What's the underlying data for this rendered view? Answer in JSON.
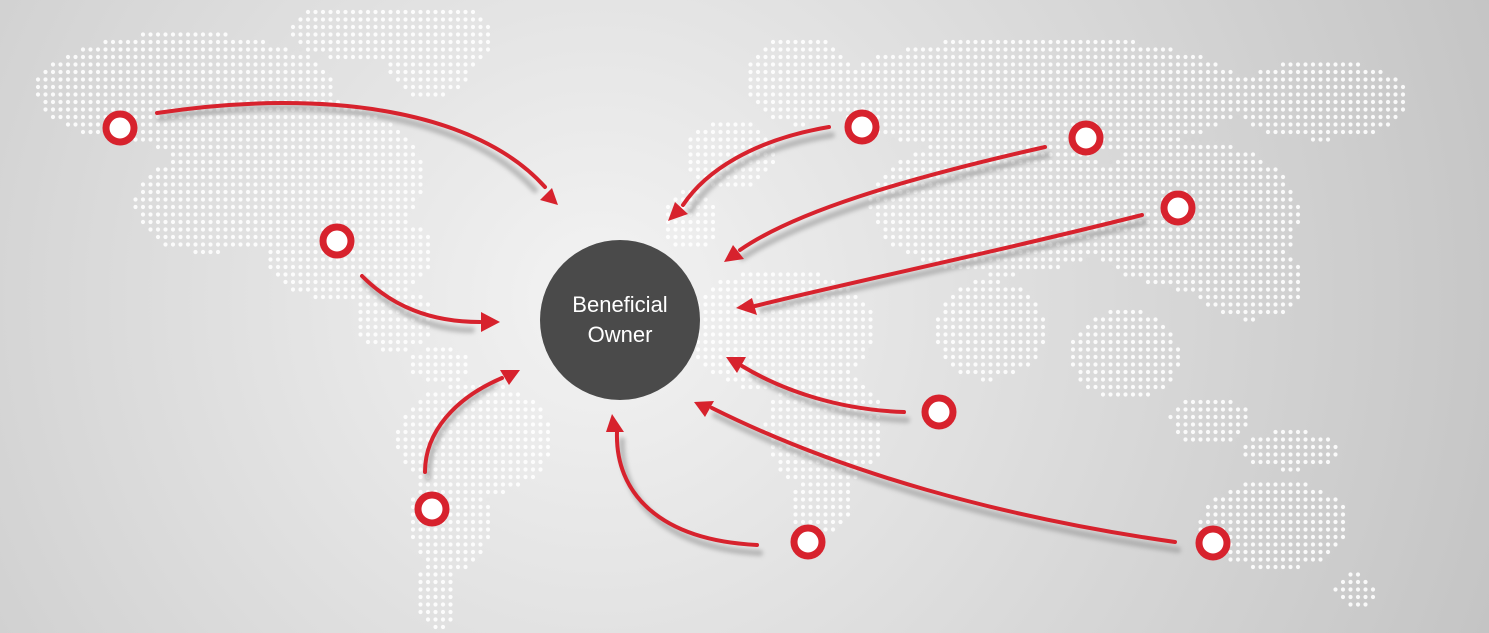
{
  "center_node": {
    "label_line1": "Beneficial",
    "label_line2": "Owner",
    "fill": "#4a4a4a",
    "text_color": "#ffffff"
  },
  "colors": {
    "accent_red": "#d7222d",
    "map_dot": "#ffffff",
    "background_light": "#f1f1f1",
    "background_dark": "#c9c9c9"
  },
  "nodes": [
    {
      "name": "source-node-alaska",
      "icon": "red-ring-icon"
    },
    {
      "name": "source-node-west-na",
      "icon": "red-ring-icon"
    },
    {
      "name": "source-node-south-america",
      "icon": "red-ring-icon"
    },
    {
      "name": "source-node-south-atlantic",
      "icon": "red-ring-icon"
    },
    {
      "name": "source-node-europe",
      "icon": "red-ring-icon"
    },
    {
      "name": "source-node-russia",
      "icon": "red-ring-icon"
    },
    {
      "name": "source-node-east-asia",
      "icon": "red-ring-icon"
    },
    {
      "name": "source-node-indian-ocean",
      "icon": "red-ring-icon"
    },
    {
      "name": "source-node-australia",
      "icon": "red-ring-icon"
    }
  ]
}
